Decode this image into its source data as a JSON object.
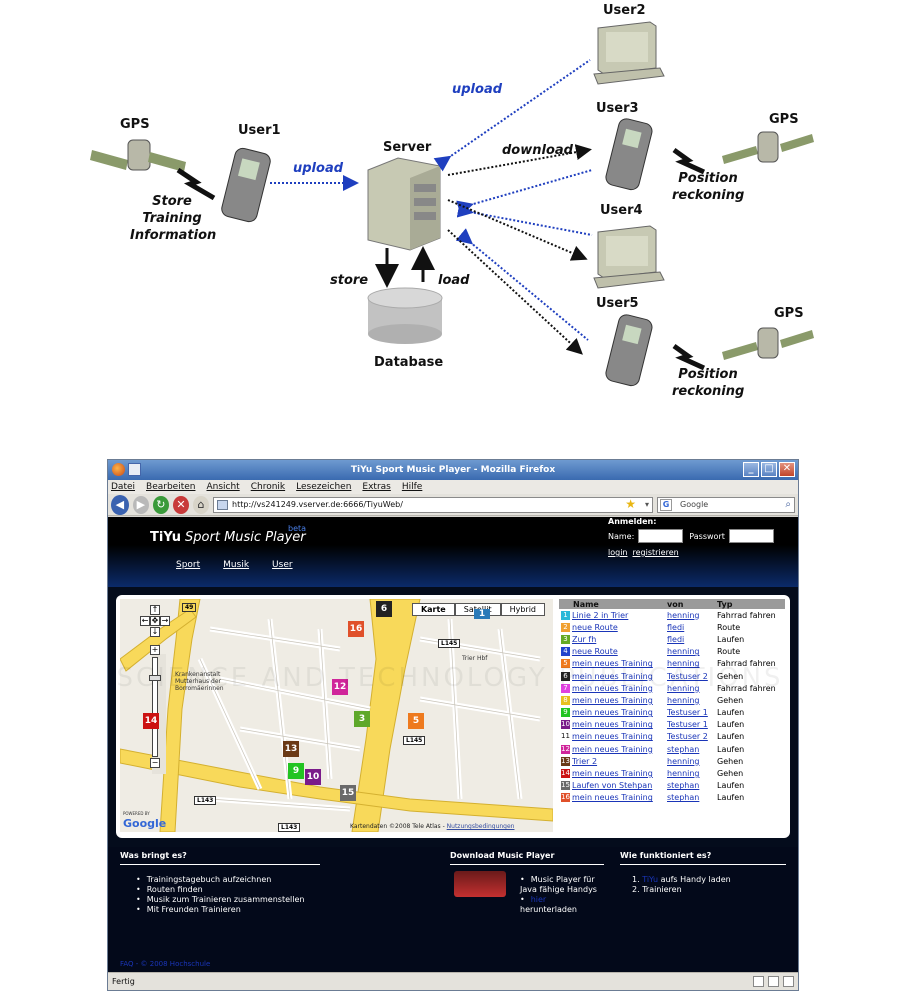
{
  "diagram": {
    "gps_left": "GPS",
    "user1": "User1",
    "server": "Server",
    "database": "Database",
    "user2": "User2",
    "user3": "User3",
    "user4": "User4",
    "user5": "User5",
    "gps_right_top": "GPS",
    "gps_right_bottom": "GPS",
    "upload_left": "upload",
    "upload_top": "upload",
    "download": "download",
    "store": "store",
    "load": "load",
    "store_training": [
      "Store",
      "Training",
      "Information"
    ],
    "position_reckoning_1": [
      "Position",
      "reckoning"
    ],
    "position_reckoning_2": [
      "Position",
      "reckoning"
    ]
  },
  "browser": {
    "title": "TiYu Sport Music Player - Mozilla Firefox",
    "menu": [
      "Datei",
      "Bearbeiten",
      "Ansicht",
      "Chronik",
      "Lesezeichen",
      "Extras",
      "Hilfe"
    ],
    "url": "http://vs241249.vserver.de:6666/TiyuWeb/",
    "search_engine": "Google",
    "status": "Fertig"
  },
  "site": {
    "logo_bold": "TiYu",
    "logo_italic": "Sport Music Player",
    "beta": "beta",
    "nav": [
      "Sport",
      "Musik",
      "User"
    ],
    "login": {
      "title": "Anmelden:",
      "name_label": "Name:",
      "password_label": "Passwort",
      "login_link": "login",
      "register_link": "registrieren"
    }
  },
  "map": {
    "types": [
      "Karte",
      "Satellit",
      "Hybrid"
    ],
    "copyright": "Kartendaten ©2008 Tele Atlas -",
    "terms": "Nutzungsbedingungen",
    "logo": "Google",
    "powered": "POWERED BY",
    "labels": {
      "hospital": [
        "Krankenanstalt",
        "Mutterhaus der",
        "Borromäerinnen"
      ],
      "trier_hbf": "Trier Hbf",
      "road_l145a": "L145",
      "road_l145b": "L145",
      "road_l143a": "L143",
      "road_l143b": "L143",
      "road_49": "49"
    },
    "markers": [
      {
        "n": "6",
        "color": "#222222"
      },
      {
        "n": "16",
        "color": "#e0502a"
      },
      {
        "n": "1",
        "color": "#2a7ab8"
      },
      {
        "n": "12",
        "color": "#d0259a"
      },
      {
        "n": "3",
        "color": "#5ea82a"
      },
      {
        "n": "5",
        "color": "#ee7a1e"
      },
      {
        "n": "14",
        "color": "#cc1212"
      },
      {
        "n": "13",
        "color": "#6b3a16"
      },
      {
        "n": "9",
        "color": "#22c422"
      },
      {
        "n": "10",
        "color": "#7a1a8a"
      },
      {
        "n": "15",
        "color": "#6a6a6a"
      }
    ]
  },
  "routes": {
    "headers": [
      "Name",
      "von",
      "Typ"
    ],
    "rows": [
      {
        "n": "1",
        "color": "#2ab8d8",
        "name": "Linie 2 in Trier",
        "user": "henning",
        "type": "Fahrrad fahren"
      },
      {
        "n": "2",
        "color": "#f0a030",
        "name": "neue Route",
        "user": "fledi",
        "type": "Route"
      },
      {
        "n": "3",
        "color": "#66aa22",
        "name": "Zur fh",
        "user": "fledi",
        "type": "Laufen"
      },
      {
        "n": "4",
        "color": "#2244cc",
        "name": "neue Route",
        "user": "henning",
        "type": "Route"
      },
      {
        "n": "5",
        "color": "#ee7a1e",
        "name": "mein neues Training",
        "user": "henning",
        "type": "Fahrrad fahren"
      },
      {
        "n": "6",
        "color": "#222222",
        "name": "mein neues Training",
        "user": "Testuser 2",
        "type": "Gehen"
      },
      {
        "n": "7",
        "color": "#e040e0",
        "name": "mein neues Training",
        "user": "henning",
        "type": "Fahrrad fahren"
      },
      {
        "n": "8",
        "color": "#e8c020",
        "name": "mein neues Training",
        "user": "henning",
        "type": "Gehen"
      },
      {
        "n": "9",
        "color": "#22c422",
        "name": "mein neues Training",
        "user": "Testuser 1",
        "type": "Laufen"
      },
      {
        "n": "10",
        "color": "#7a1a8a",
        "name": "mein neues Training",
        "user": "Testuser 1",
        "type": "Laufen"
      },
      {
        "n": "11",
        "color": "#ffffff",
        "name": "mein neues Training",
        "user": "Testuser 2",
        "type": "Laufen"
      },
      {
        "n": "12",
        "color": "#d0259a",
        "name": "mein neues Training",
        "user": "stephan",
        "type": "Laufen"
      },
      {
        "n": "13",
        "color": "#6b3a16",
        "name": "Trier 2",
        "user": "henning",
        "type": "Gehen"
      },
      {
        "n": "14",
        "color": "#cc1212",
        "name": "mein neues Training",
        "user": "henning",
        "type": "Gehen"
      },
      {
        "n": "15",
        "color": "#6a6a6a",
        "name": "Laufen von Stehpan",
        "user": "stephan",
        "type": "Laufen"
      },
      {
        "n": "16",
        "color": "#e0502a",
        "name": "mein neues Training",
        "user": "stephan",
        "type": "Laufen"
      }
    ]
  },
  "bottom": {
    "col1_title": "Was bringt es?",
    "col1_items": [
      "Trainingstagebuch aufzeichnen",
      "Routen finden",
      "Musik zum Trainieren zusammenstellen",
      "Mit Freunden Trainieren"
    ],
    "col2_title": "Download Music Player",
    "col2_items": [
      "Music Player für Java fähige Handys",
      "herunterladen"
    ],
    "col2_link": "hier",
    "col3_title": "Wie funktioniert es?",
    "col3_items": [
      "aufs Handy laden",
      "Trainieren"
    ],
    "col3_link": "TiYu",
    "footer": "FAQ - © 2008 Hochschule"
  },
  "watermark": "SCIENCE AND TECHNOLOGY PUBLICATIONS"
}
